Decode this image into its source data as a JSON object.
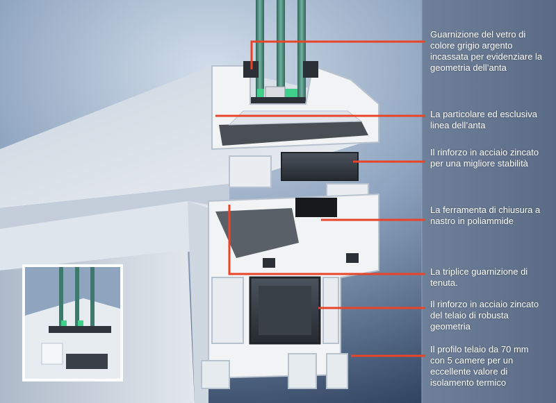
{
  "annotations": [
    {
      "id": "glass-gasket",
      "text": "Guarnizione del vetro di\ncolore grigio argento\nincassata per evidenziare la\ngeometria dell’anta"
    },
    {
      "id": "sash-line",
      "text": "La particolare ed esclusiva\nlinea dell’anta"
    },
    {
      "id": "sash-reinforcement",
      "text": "Il rinforzo in acciaio zincato\nper una migliore stabilità"
    },
    {
      "id": "locking-hardware",
      "text": "La ferramenta di chiusura a\nnastro in poliammide"
    },
    {
      "id": "triple-seal",
      "text": "La triplice guarnizione di\ntenuta."
    },
    {
      "id": "frame-reinforcement",
      "text": "Il rinforzo in acciaio zincato\ndel telaio di robusta\ngeometria"
    },
    {
      "id": "frame-profile",
      "text": "Il profilo telaio da 70 mm\ncon 5 camere per un\neccellente valore di\nisolamento termico"
    }
  ],
  "colors": {
    "leader_line": "#e8442a",
    "panel": "#62738c",
    "background_light": "#b9c8da",
    "background_dark": "#2b3e5c",
    "profile_white": "#f1f3f5",
    "steel": "#3b4149",
    "glass": "#3e7a6b",
    "spacer_green": "#3fd089"
  }
}
